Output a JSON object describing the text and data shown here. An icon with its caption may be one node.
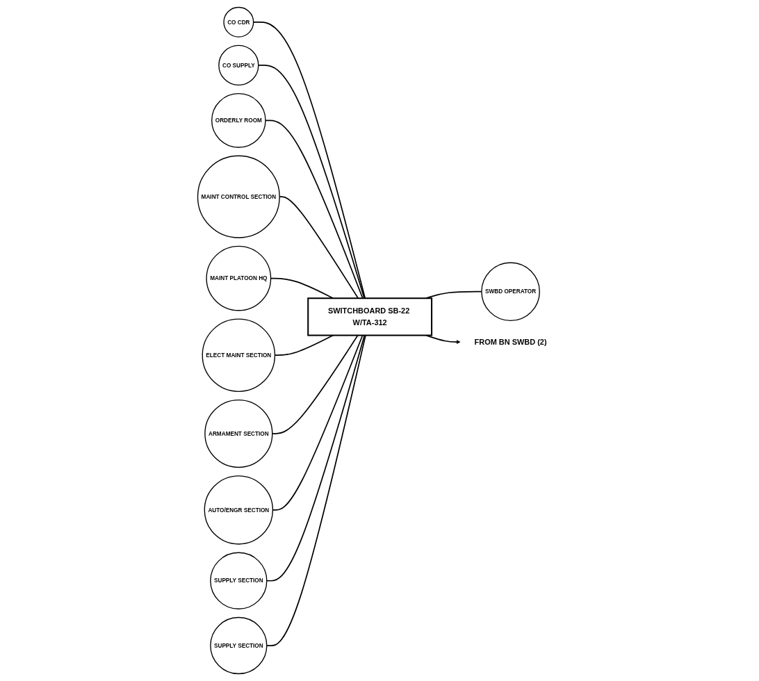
{
  "diagram": {
    "nodes": [
      {
        "text": [
          "SWITCHBOARD SB-22 W/TA-312"
        ]
      },
      {
        "text": [
          "CO CDR"
        ]
      },
      {
        "text": [
          "CO SUPPLY"
        ]
      },
      {
        "text": [
          "ORDERLY ROOM"
        ]
      },
      {
        "text": [
          "MAINT CONTROL SECTION"
        ]
      },
      {
        "text": [
          "MAINT PLATOON HQ"
        ]
      },
      {
        "text": [
          "ELECT MAINT SECTION"
        ]
      },
      {
        "text": [
          "ARMAMENT SECTION"
        ]
      },
      {
        "text": [
          "AUTO/ENGR SECTION"
        ]
      },
      {
        "text": [
          "SUPPLY SECTION"
        ]
      },
      {
        "text": [
          "SUPPLY SECTION"
        ]
      },
      {
        "text": [
          "SWBD OPERATOR"
        ]
      },
      {
        "text": [
          "FROM BN SWBD (2)"
        ]
      }
    ],
    "edges": [
      {
        "from": 1,
        "to": 0,
        "arrow": "none"
      },
      {
        "from": 2,
        "to": 0,
        "arrow": "none"
      },
      {
        "from": 3,
        "to": 0,
        "arrow": "none"
      },
      {
        "from": 4,
        "to": 0,
        "arrow": "none"
      },
      {
        "from": 5,
        "to": 0,
        "arrow": "none"
      },
      {
        "from": 6,
        "to": 0,
        "arrow": "none"
      },
      {
        "from": 7,
        "to": 0,
        "arrow": "none"
      },
      {
        "from": 8,
        "to": 0,
        "arrow": "none"
      },
      {
        "from": 9,
        "to": 0,
        "arrow": "none"
      },
      {
        "from": 10,
        "to": 0,
        "arrow": "none"
      },
      {
        "from": 0,
        "to": 11,
        "arrow": "none"
      },
      {
        "from": 0,
        "to": 12,
        "arrow": "to"
      }
    ]
  }
}
